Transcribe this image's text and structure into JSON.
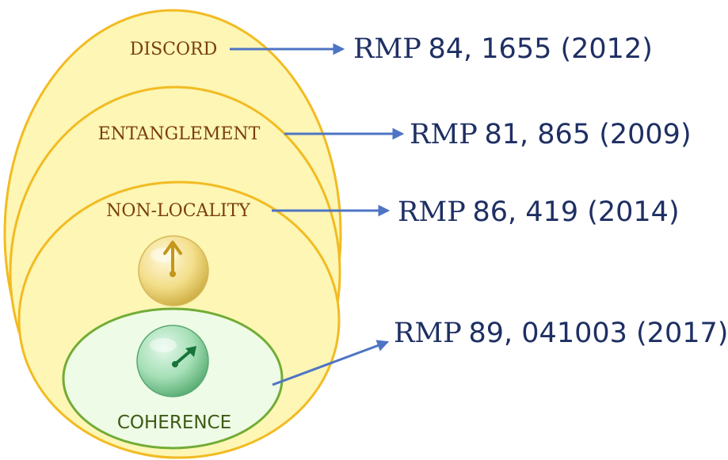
{
  "sets": {
    "discord": "DISCORD",
    "entanglement": "ENTANGLEMENT",
    "nonlocality": "NON-LOCALITY",
    "coherence": "COHERENCE"
  },
  "references": {
    "discord": {
      "journal": "RMP",
      "citation": "84, 1655 (2012)"
    },
    "entanglement": {
      "journal": "RMP",
      "citation": "81, 865 (2009)"
    },
    "nonlocality": {
      "journal": "RMP",
      "citation": "86, 419 (2014)"
    },
    "coherence": {
      "journal": "RMP",
      "citation": "89, 041003 (2017)"
    }
  },
  "colors": {
    "outer_fill": "#fdf6b4",
    "outer_stroke": "#f2bb22",
    "coherence_fill": "#eefbe6",
    "coherence_stroke": "#72ac36",
    "label_text": "#7a3e0c",
    "coherence_text": "#3c5a14",
    "arrow": "#4e74c4",
    "reference_text": "#1e2f63"
  },
  "icons": {
    "gold_sphere": "golden-bloch-sphere-icon",
    "green_sphere": "green-bloch-sphere-icon"
  }
}
